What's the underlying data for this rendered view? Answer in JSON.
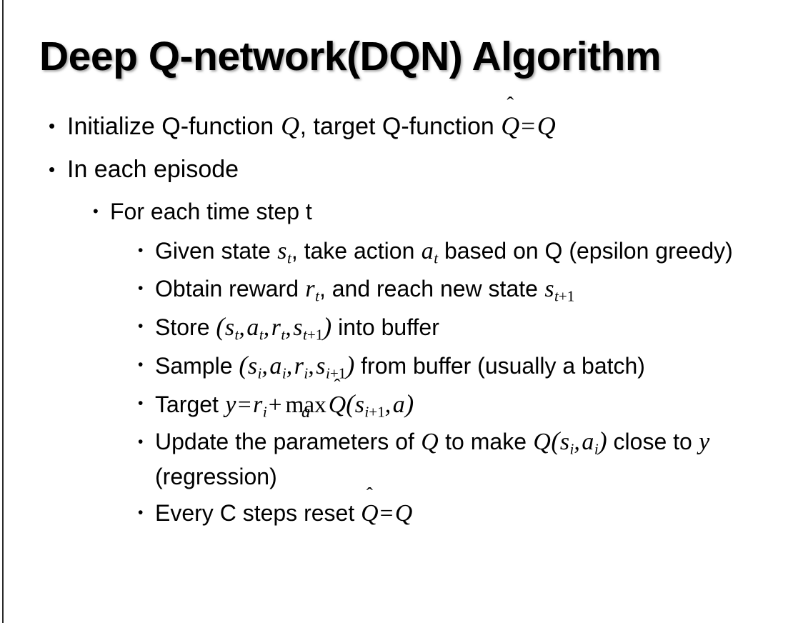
{
  "slide": {
    "title": "Deep Q-network(DQN) Algorithm",
    "background_color": "#ffffff",
    "text_color": "#000000",
    "edge_rule_color": "#2a2a2a",
    "bullet_glyph": "•"
  },
  "bullets": {
    "b1_pre": "Initialize Q-function ",
    "b1_Q": "Q",
    "b1_mid": ", target Q-function ",
    "b1_Qhat": "Q",
    "b1_hat": "̂",
    "b1_eq": "=",
    "b1_Q2": "Q",
    "b2": "In each episode",
    "b3": "For each time step t",
    "b4_pre": "Given state ",
    "b4_s": "s",
    "b4_s_sub": "t",
    "b4_mid": ", take action ",
    "b4_a": "a",
    "b4_a_sub": "t",
    "b4_post": " based on Q (epsilon greedy)",
    "b5_pre": "Obtain reward ",
    "b5_r": "r",
    "b5_r_sub": "t",
    "b5_mid": ", and reach new state ",
    "b5_s": "s",
    "b5_s_sub_t": "t",
    "b5_s_sub_plus": "+1",
    "b6_pre": "Store ",
    "b6_lparen": "(",
    "b6_s": "s",
    "b6_s_sub": "t",
    "b6_a": "a",
    "b6_a_sub": "t",
    "b6_r": "r",
    "b6_r_sub": "t",
    "b6_s2": "s",
    "b6_s2_sub_t": "t",
    "b6_s2_sub_plus": "+1",
    "b6_rparen": ")",
    "b6_post": " into buffer",
    "b7_pre": "Sample ",
    "b7_lparen": "(",
    "b7_s": "s",
    "b7_s_sub": "i",
    "b7_a": "a",
    "b7_a_sub": "i",
    "b7_r": "r",
    "b7_r_sub": "i",
    "b7_s2": "s",
    "b7_s2_sub_i": "i",
    "b7_s2_sub_plus": "+1",
    "b7_rparen": ")",
    "b7_post": " from buffer (usually a batch)",
    "b8_pre": "Target ",
    "b8_y": "y",
    "b8_eq": "=",
    "b8_r": "r",
    "b8_r_sub": "i",
    "b8_plus": "+",
    "b8_max": "max",
    "b8_max_under": "a",
    "b8_Qhat": "Q",
    "b8_hat": "̂",
    "b8_lparen": "(",
    "b8_s": "s",
    "b8_s_sub_i": "i",
    "b8_s_sub_plus": "+1",
    "b8_comma": ",",
    "b8_a": "a",
    "b8_rparen": ")",
    "b9_pre": "Update the parameters of ",
    "b9_Q": "Q",
    "b9_mid": " to make ",
    "b9_Q2": "Q",
    "b9_lparen": "(",
    "b9_s": "s",
    "b9_s_sub": "i",
    "b9_comma": ",",
    "b9_a": "a",
    "b9_a_sub": "i",
    "b9_rparen": ")",
    "b9_post": " close to ",
    "b9_y": "y",
    "b9_tail": " (regression)",
    "b10_pre": "Every C steps reset ",
    "b10_Qhat": "Q",
    "b10_hat": "̂",
    "b10_eq": "=",
    "b10_Q": "Q"
  }
}
